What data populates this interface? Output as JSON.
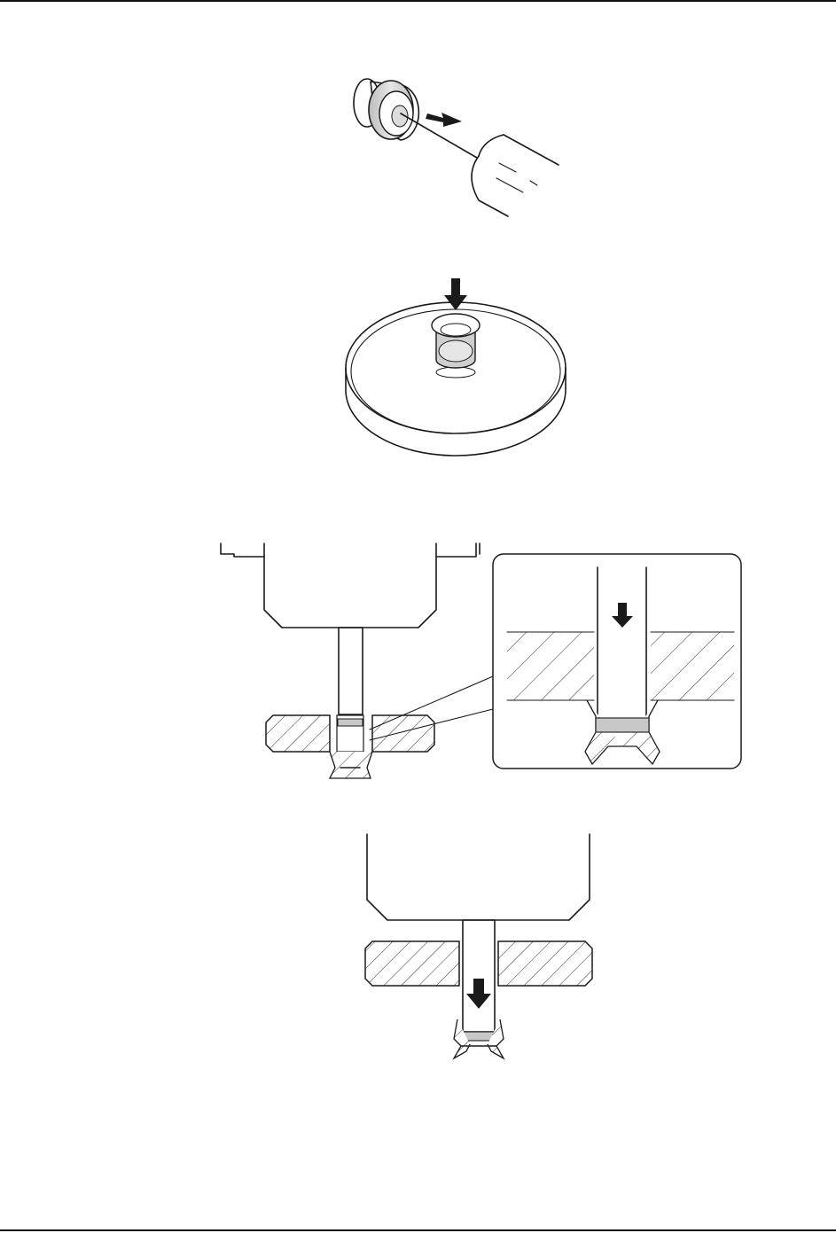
{
  "page": {
    "colors": {
      "ink": "#1a1a1a",
      "gray_fill": "#c8c8c8",
      "light_fill": "#e4e4e4",
      "background": "#ffffff"
    }
  },
  "figures": [
    {
      "name": "cap-removal-figure",
      "arrow_icon": "arrow-right-icon"
    },
    {
      "name": "cap-on-disc-figure",
      "arrow_icon": "arrow-down-icon"
    },
    {
      "name": "cross-section-figure",
      "arrow_icon": "arrow-down-icon",
      "detail_callout": true
    },
    {
      "name": "pressed-through-figure",
      "arrow_icon": "arrow-down-icon"
    }
  ]
}
